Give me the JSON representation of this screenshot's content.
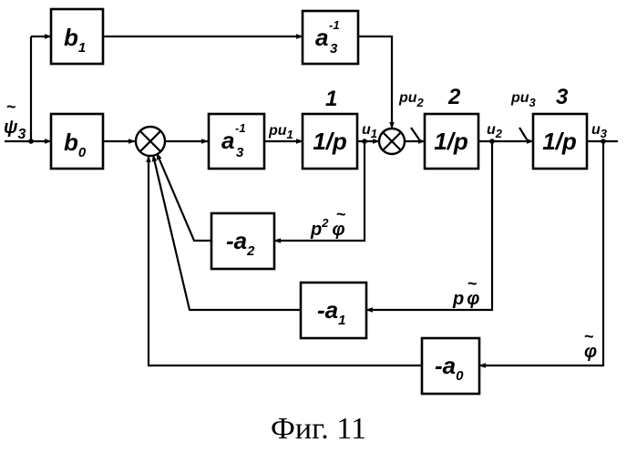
{
  "caption": "Фиг. 11",
  "blocks": {
    "b1": {
      "main": "b",
      "sub": "1"
    },
    "b0": {
      "main": "b",
      "sub": "0"
    },
    "a3inv_top": {
      "main": "a",
      "sup": "-1",
      "sub": "3"
    },
    "a3inv_mid": {
      "main": "a",
      "sup": "-1",
      "sub": "3"
    },
    "int1": {
      "main": "1/p",
      "number": "1"
    },
    "int2": {
      "main": "1/p",
      "number": "2"
    },
    "int3": {
      "main": "1/p",
      "number": "3"
    },
    "neg_a2": {
      "main": "-a",
      "sub": "2"
    },
    "neg_a1": {
      "main": "-a",
      "sub": "1"
    },
    "neg_a0": {
      "main": "-a",
      "sub": "0"
    }
  },
  "signals": {
    "input": {
      "main": "ψ",
      "sub": "3"
    },
    "pu1": {
      "main": "pu",
      "sub": "1"
    },
    "u1": {
      "main": "u",
      "sub": "1"
    },
    "pu2": {
      "main": "pu",
      "sub": "2"
    },
    "u2": {
      "main": "u",
      "sub": "2"
    },
    "pu3": {
      "main": "pu",
      "sub": "3"
    },
    "u3": {
      "main": "u",
      "sub": "3"
    },
    "p2phi": {
      "main": "p",
      "sup": "2",
      "sym": "φ"
    },
    "pphi": {
      "main": "p",
      "sym": "φ"
    },
    "phi": {
      "sym": "φ"
    }
  }
}
